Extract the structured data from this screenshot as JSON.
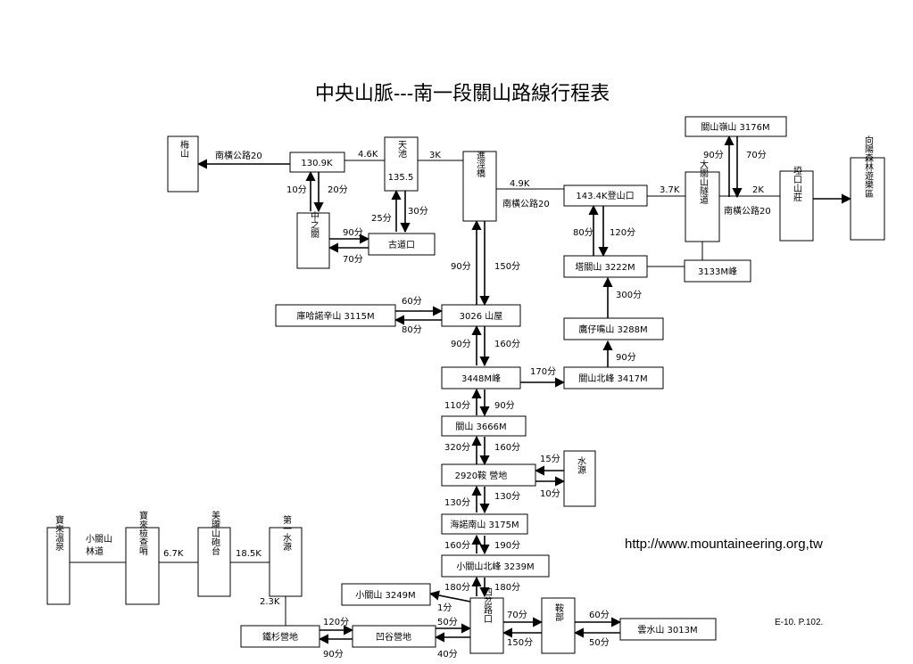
{
  "title": "中央山脈---南一段關山路線行程表",
  "url": "http://www.mountaineering.org,tw",
  "ref": "E-10. P.102.",
  "nodes": {
    "meishan": "梅山",
    "tianchi": "天池",
    "tianchi_alt": "135.5",
    "km130": "130.9K",
    "zhongzhiguan": "中之關",
    "gudaokou": "古道口",
    "jinjingqiao": "進涇橋",
    "dengshankou": "143.4K登山口",
    "guanshanling": "關山嶺山 3176M",
    "daguanshan_tunnel": "大關山隧道",
    "yakou": "埡口山莊",
    "xiangyang": "向陽森林遊樂區",
    "taguanshan": "塔關山  3222M",
    "peak3133": "3133M峰",
    "yingzizui": "鷹仔嘴山 3288M",
    "guanshan_north": "關山北峰 3417M",
    "kuhanuoxin": "庫哈諾辛山 3115M",
    "hut3026": "3026 山屋",
    "peak3448": "3448M峰",
    "guanshan": "關山  3666M",
    "camp2920": "2920鞍 營地",
    "water1": "水源",
    "hainuonan": "海諾南山 3175M",
    "xiaoguan_north": "小關山北峰 3239M",
    "xiaoguanshan": "小關山 3249M",
    "sicha": "四岔路口",
    "anbu": "鞍部",
    "yunshui": "雲水山 3013M",
    "tieshan_camp": "鐵杉營地",
    "aogu_camp": "凹谷營地",
    "baolai_spring": "寶來溫泉",
    "xiaoguan_trail": "小關山林道",
    "baolai_check": "寶來檢查哨",
    "meilong_fort": "美瓏山砲台",
    "water2": "第一水源"
  },
  "labels": {
    "road_nh20_a": "南橫公路20",
    "road_nh20_b": "南橫公路20",
    "road_nh20_c": "南橫公路20",
    "d_4_6k": "4.6K",
    "d_3k": "3K",
    "d_4_9k": "4.9K",
    "d_3_7k": "3.7K",
    "d_2k": "2K",
    "d_6_7k": "6.7K",
    "d_18_5k": "18.5K",
    "d_2_3k": "2.3K",
    "t_10": "10分",
    "t_20": "20分",
    "t_25": "25分",
    "t_30": "30分",
    "t_90a": "90分",
    "t_70a": "70分",
    "t_90b": "90分",
    "t_150a": "150分",
    "t_90c": "90分",
    "t_70b": "70分",
    "t_80a": "80分",
    "t_120a": "120分",
    "t_300": "300分",
    "t_90d": "90分",
    "t_170": "170分",
    "t_60a": "60分",
    "t_80b": "80分",
    "t_90e": "90分",
    "t_160a": "160分",
    "t_110": "110分",
    "t_90f": "90分",
    "t_320": "320分",
    "t_160b": "160分",
    "t_15": "15分",
    "t_10b": "10分",
    "t_130a": "130分",
    "t_130b": "130分",
    "t_160c": "160分",
    "t_190": "190分",
    "t_180a": "180分",
    "t_180b": "180分",
    "t_1": "1分",
    "t_50a": "50分",
    "t_70c": "70分",
    "t_150b": "150分",
    "t_60b": "60分",
    "t_50b": "50分",
    "t_120b": "120分",
    "t_90g": "90分",
    "t_40": "40分"
  }
}
